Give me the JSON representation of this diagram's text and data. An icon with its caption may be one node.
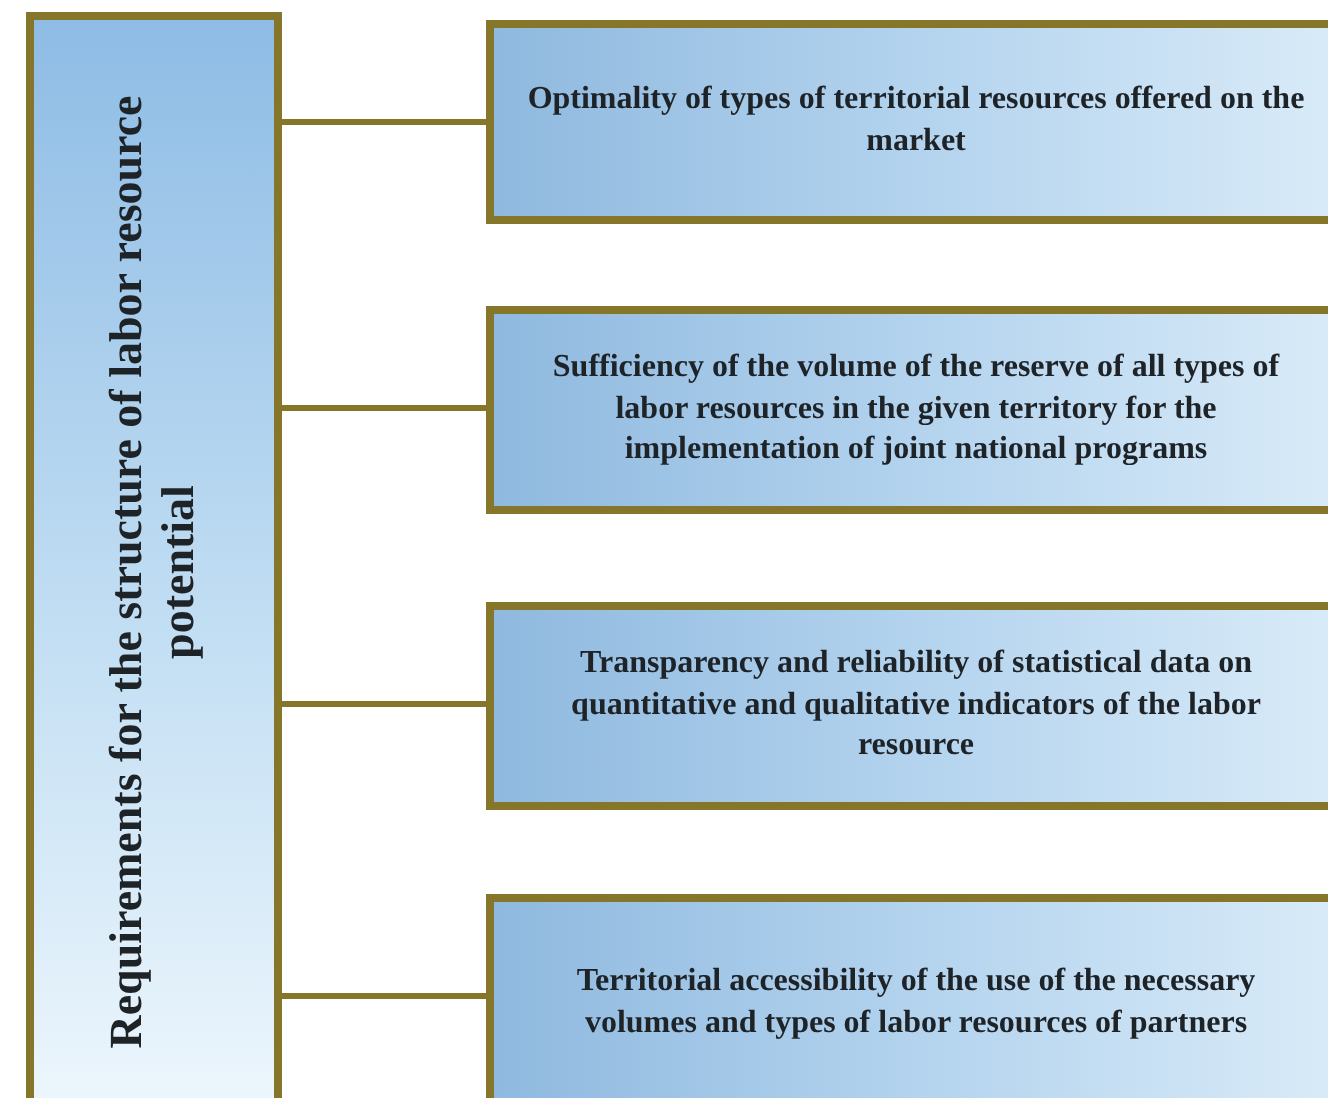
{
  "diagram": {
    "nodes": [
      {
        "text": [
          "Requirements for the structure of labor resource potential"
        ]
      },
      {
        "text": [
          "Optimality of types of territorial resources offered on the market"
        ]
      },
      {
        "text": [
          "Sufficiency of the volume of the reserve of all types of labor resources in the given territory for the implementation of joint national programs"
        ]
      },
      {
        "text": [
          "Transparency and reliability of statistical data on quantitative and qualitative indicators of the labor resource"
        ]
      },
      {
        "text": [
          "Territorial accessibility of the use of the necessary volumes and types of labor resources of partners"
        ]
      }
    ],
    "edges": [
      {
        "from": 0,
        "to": 1,
        "arrow": "none"
      },
      {
        "from": 0,
        "to": 2,
        "arrow": "none"
      },
      {
        "from": 0,
        "to": 3,
        "arrow": "none"
      },
      {
        "from": 0,
        "to": 4,
        "arrow": "none"
      }
    ]
  }
}
